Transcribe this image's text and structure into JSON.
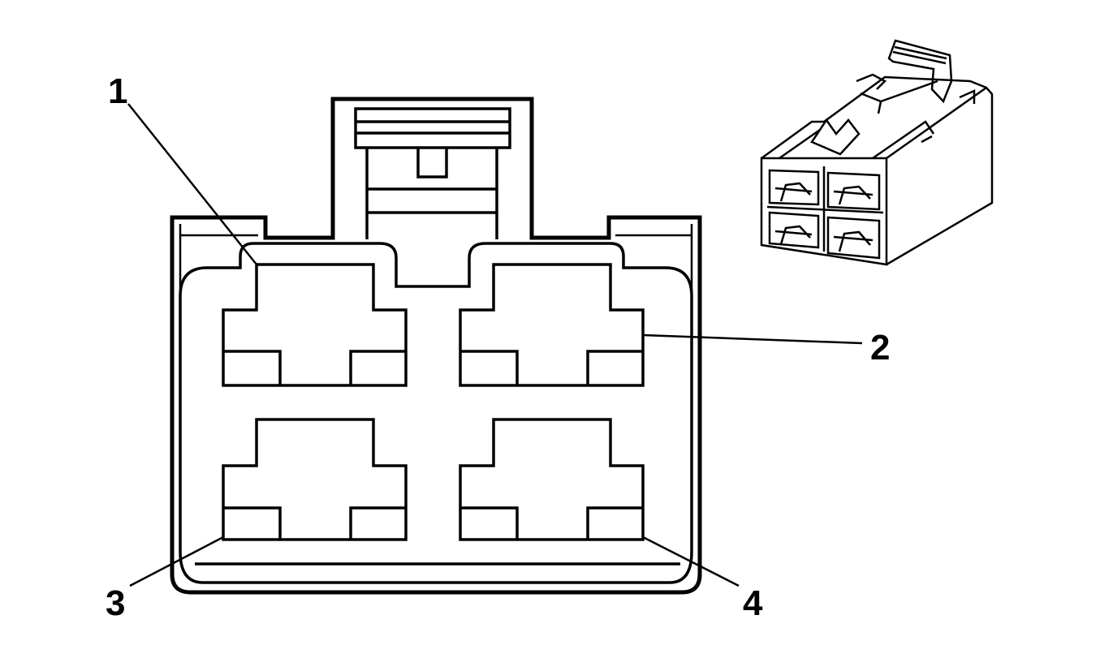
{
  "callouts": [
    {
      "id": "terminal-1",
      "label": "1"
    },
    {
      "id": "terminal-2",
      "label": "2"
    },
    {
      "id": "terminal-3",
      "label": "3"
    },
    {
      "id": "terminal-4",
      "label": "4"
    }
  ],
  "colors": {
    "line": "#000000",
    "background": "#ffffff"
  }
}
